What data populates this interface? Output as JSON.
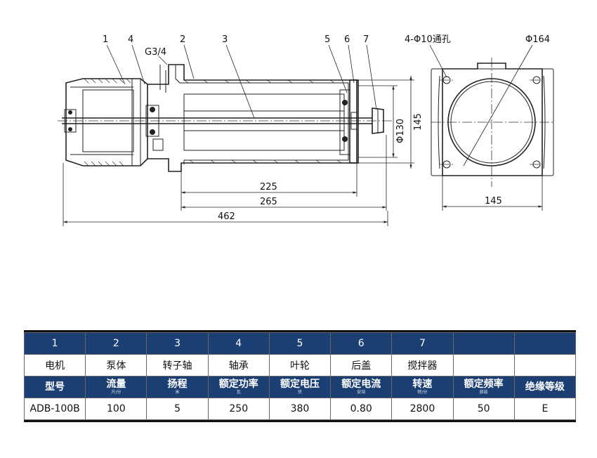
{
  "drawing": {
    "part_labels": [
      "1",
      "4",
      "2",
      "3",
      "5",
      "6",
      "7"
    ],
    "pipe_label": "G3/4",
    "holes_label": "4-Φ10通孔",
    "flange_dia_label": "Φ164",
    "shaft_dia_label": "Φ130",
    "side_height_label": "145",
    "end_width_label": "145",
    "dims": {
      "d225": "225",
      "d265": "265",
      "d462": "462"
    }
  },
  "table": {
    "parts_numbers": [
      "1",
      "2",
      "3",
      "4",
      "5",
      "6",
      "7",
      "",
      ""
    ],
    "parts_names": [
      "电机",
      "泵体",
      "转子轴",
      "轴承",
      "叶轮",
      "后盖",
      "搅拌器",
      "",
      ""
    ],
    "spec_headers": [
      {
        "label": "型号",
        "unit": ""
      },
      {
        "label": "流量",
        "unit": "升/分"
      },
      {
        "label": "扬程",
        "unit": "米"
      },
      {
        "label": "额定功率",
        "unit": "瓦"
      },
      {
        "label": "额定电压",
        "unit": "伏"
      },
      {
        "label": "额定电流",
        "unit": "安培"
      },
      {
        "label": "转速",
        "unit": "转/分"
      },
      {
        "label": "额定频率",
        "unit": "赫兹"
      },
      {
        "label": "绝缘等级",
        "unit": ""
      }
    ],
    "spec_values": [
      "ADB-100B",
      "100",
      "5",
      "250",
      "380",
      "0.80",
      "2800",
      "50",
      "E"
    ]
  },
  "colors": {
    "header_blue": "#1c3f73",
    "line": "#222222"
  }
}
